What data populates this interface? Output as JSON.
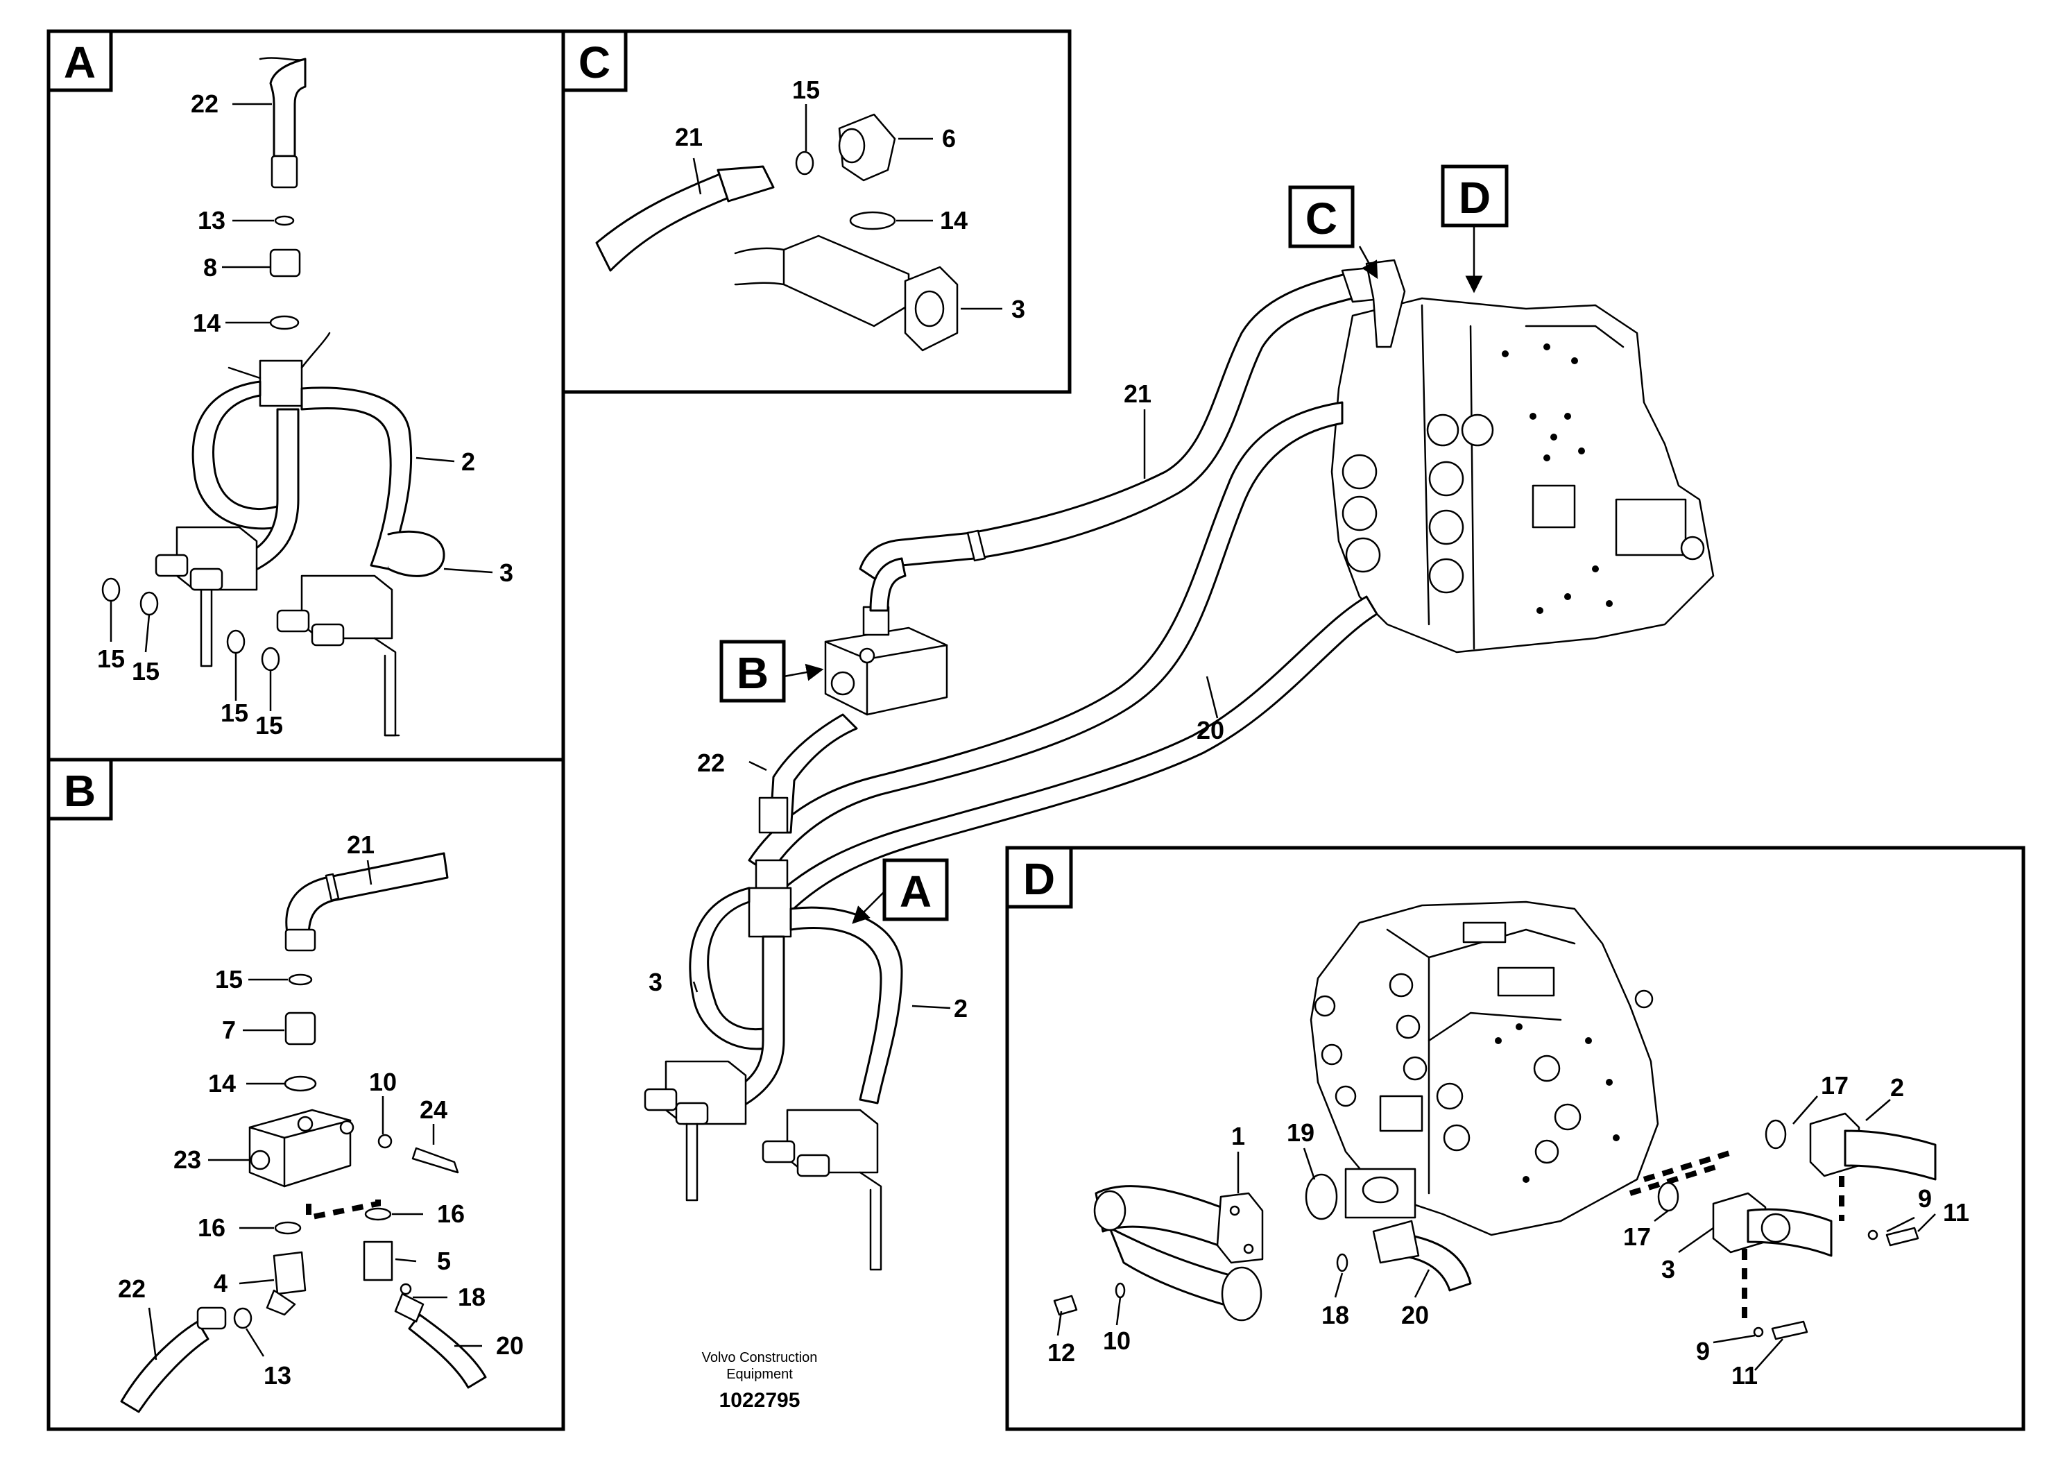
{
  "panels": {
    "A": {
      "tag": "A"
    },
    "B": {
      "tag": "B"
    },
    "C": {
      "tag": "C"
    },
    "D": {
      "tag": "D"
    }
  },
  "main": {
    "callouts": {
      "A": "A",
      "B": "B",
      "C": "C",
      "D": "D"
    }
  },
  "labels": {
    "a_22": "22",
    "a_13": "13",
    "a_8": "8",
    "a_14": "14",
    "a_2": "2",
    "a_3": "3",
    "a_15a": "15",
    "a_15b": "15",
    "a_15c": "15",
    "a_15d": "15",
    "c_15": "15",
    "c_21": "21",
    "c_6": "6",
    "c_14": "14",
    "c_3": "3",
    "m_21": "21",
    "m_20": "20",
    "m_22": "22",
    "m_3": "3",
    "m_2": "2",
    "b_21": "21",
    "b_15": "15",
    "b_7": "7",
    "b_14": "14",
    "b_10": "10",
    "b_24": "24",
    "b_23": "23",
    "b_16a": "16",
    "b_16b": "16",
    "b_5": "5",
    "b_4": "4",
    "b_18": "18",
    "b_22": "22",
    "b_13": "13",
    "b_20": "20",
    "d_1": "1",
    "d_19": "19",
    "d_17a": "17",
    "d_2": "2",
    "d_17b": "17",
    "d_9a": "9",
    "d_11a": "11",
    "d_3": "3",
    "d_12": "12",
    "d_10": "10",
    "d_18": "18",
    "d_20": "20",
    "d_9b": "9",
    "d_11b": "11"
  },
  "footer": {
    "line1": "Volvo Construction",
    "line2": "Equipment",
    "number": "1022795"
  }
}
